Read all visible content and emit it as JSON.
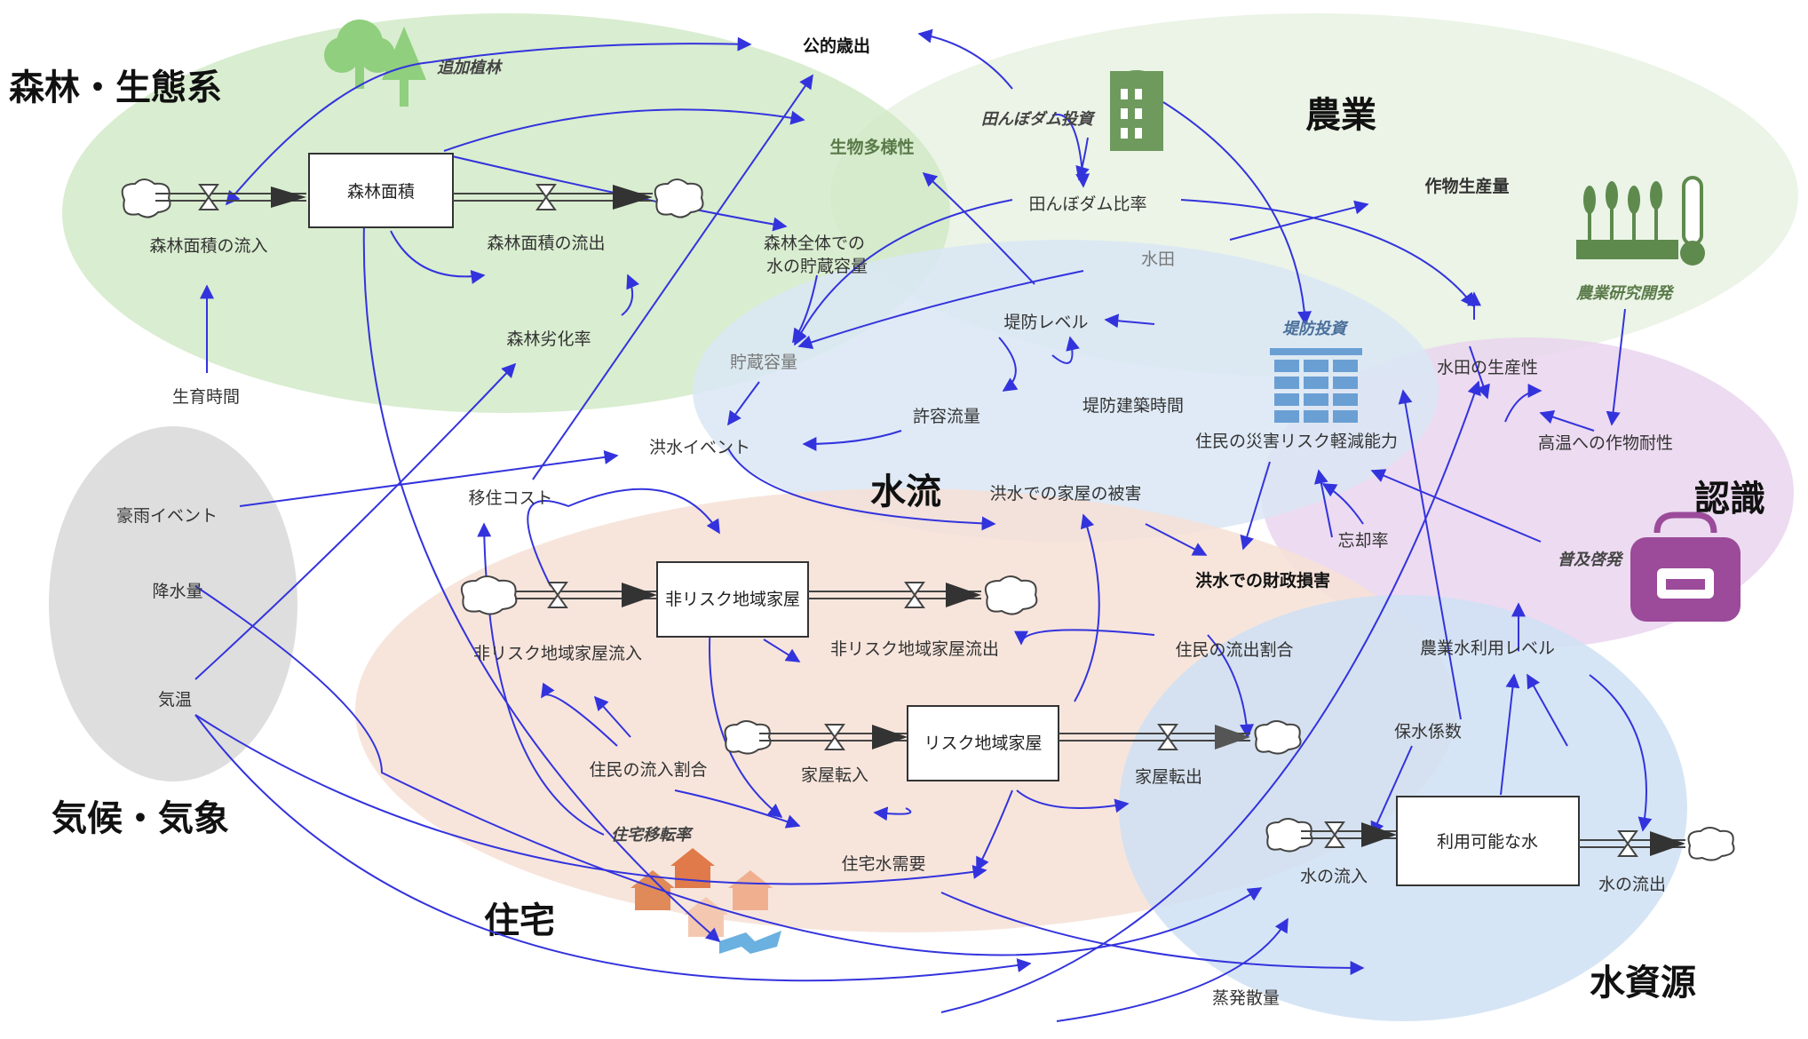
{
  "regions": {
    "forest": "森林・生態系",
    "agriculture": "農業",
    "water_flow": "水流",
    "awareness": "認識",
    "housing": "住宅",
    "climate": "気候・気象",
    "water_resources": "水資源"
  },
  "stocks": {
    "forest_area": "森林面積",
    "non_risk_houses": "非リスク地域家屋",
    "risk_houses": "リスク地域家屋",
    "available_water": "利用可能な水"
  },
  "flows": {
    "forest_inflow": "森林面積の流入",
    "forest_outflow": "森林面積の流出",
    "non_risk_inflow": "非リスク地域家屋流入",
    "non_risk_outflow": "非リスク地域家屋流出",
    "house_in": "家屋転入",
    "house_out": "家屋転出",
    "water_inflow": "水の流入",
    "water_outflow": "水の流出"
  },
  "variables": {
    "public_expenditure": "公的歳出",
    "additional_planting": "追加植林",
    "biodiversity": "生物多様性",
    "forest_water_storage": "森林全体での\n水の貯蔵容量",
    "growth_time": "生育時間",
    "forest_degradation": "森林劣化率",
    "storage_capacity": "貯蔵容量",
    "paddy_dam_investment": "田んぼダム投資",
    "paddy_dam_ratio": "田んぼダム比率",
    "paddy_field": "水田",
    "levee_level": "堤防レベル",
    "levee_investment": "堤防投資",
    "allowable_flow": "許容流量",
    "levee_build_time": "堤防建築時間",
    "crop_production": "作物生産量",
    "agri_rnd": "農業研究開発",
    "paddy_productivity": "水田の生産性",
    "heat_tolerance": "高温への作物耐性",
    "resident_risk_reduction": "住民の災害リスク軽減能力",
    "forgetting_rate": "忘却率",
    "outreach": "普及啓発",
    "flood_event": "洪水イベント",
    "flood_house_damage": "洪水での家屋の被害",
    "flood_fiscal_damage": "洪水での財政損害",
    "heavy_rain_event": "豪雨イベント",
    "relocation_cost": "移住コスト",
    "precipitation": "降水量",
    "temperature": "気温",
    "resident_outflow_ratio": "住民の流出割合",
    "resident_inflow_ratio": "住民の流入割合",
    "housing_relocation_rate": "住宅移転率",
    "housing_water_demand": "住宅水需要",
    "agri_water_use_level": "農業水利用レベル",
    "water_retention_coeff": "保水係数",
    "evaporation": "蒸発散量"
  },
  "colors": {
    "forest_region": "#cfe8c4",
    "agriculture_region": "#e8f2e2",
    "water_flow_region": "#d9e6f5",
    "awareness_region": "#ead5ee",
    "housing_region": "#f6e1d6",
    "climate_region": "#dcdcdc",
    "water_resources_region": "#cfe1f3",
    "link": "#3333dd"
  },
  "icons": [
    "tree-icon",
    "silo-icon",
    "wheat-thermometer-icon",
    "levee-wall-icon",
    "backpack-icon",
    "houses-icon"
  ]
}
